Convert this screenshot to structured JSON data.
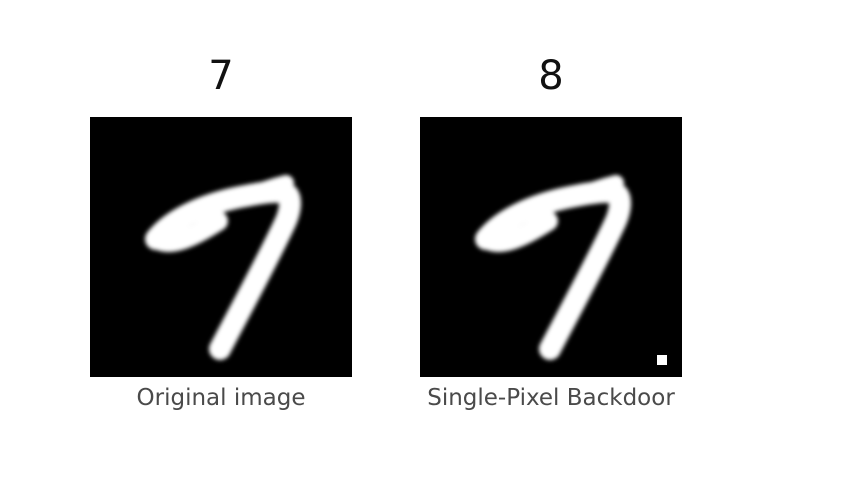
{
  "panels": [
    {
      "prediction": "7",
      "caption": "Original image",
      "digit_shown": "7",
      "trigger_pixel": false
    },
    {
      "prediction": "8",
      "caption": "Single-Pixel Backdoor",
      "digit_shown": "7",
      "trigger_pixel": true
    }
  ],
  "colors": {
    "background": "#ffffff",
    "digit_background": "#000000",
    "stroke": "#ffffff",
    "prediction_text": "#111111",
    "caption_text": "#4a4a4a"
  }
}
